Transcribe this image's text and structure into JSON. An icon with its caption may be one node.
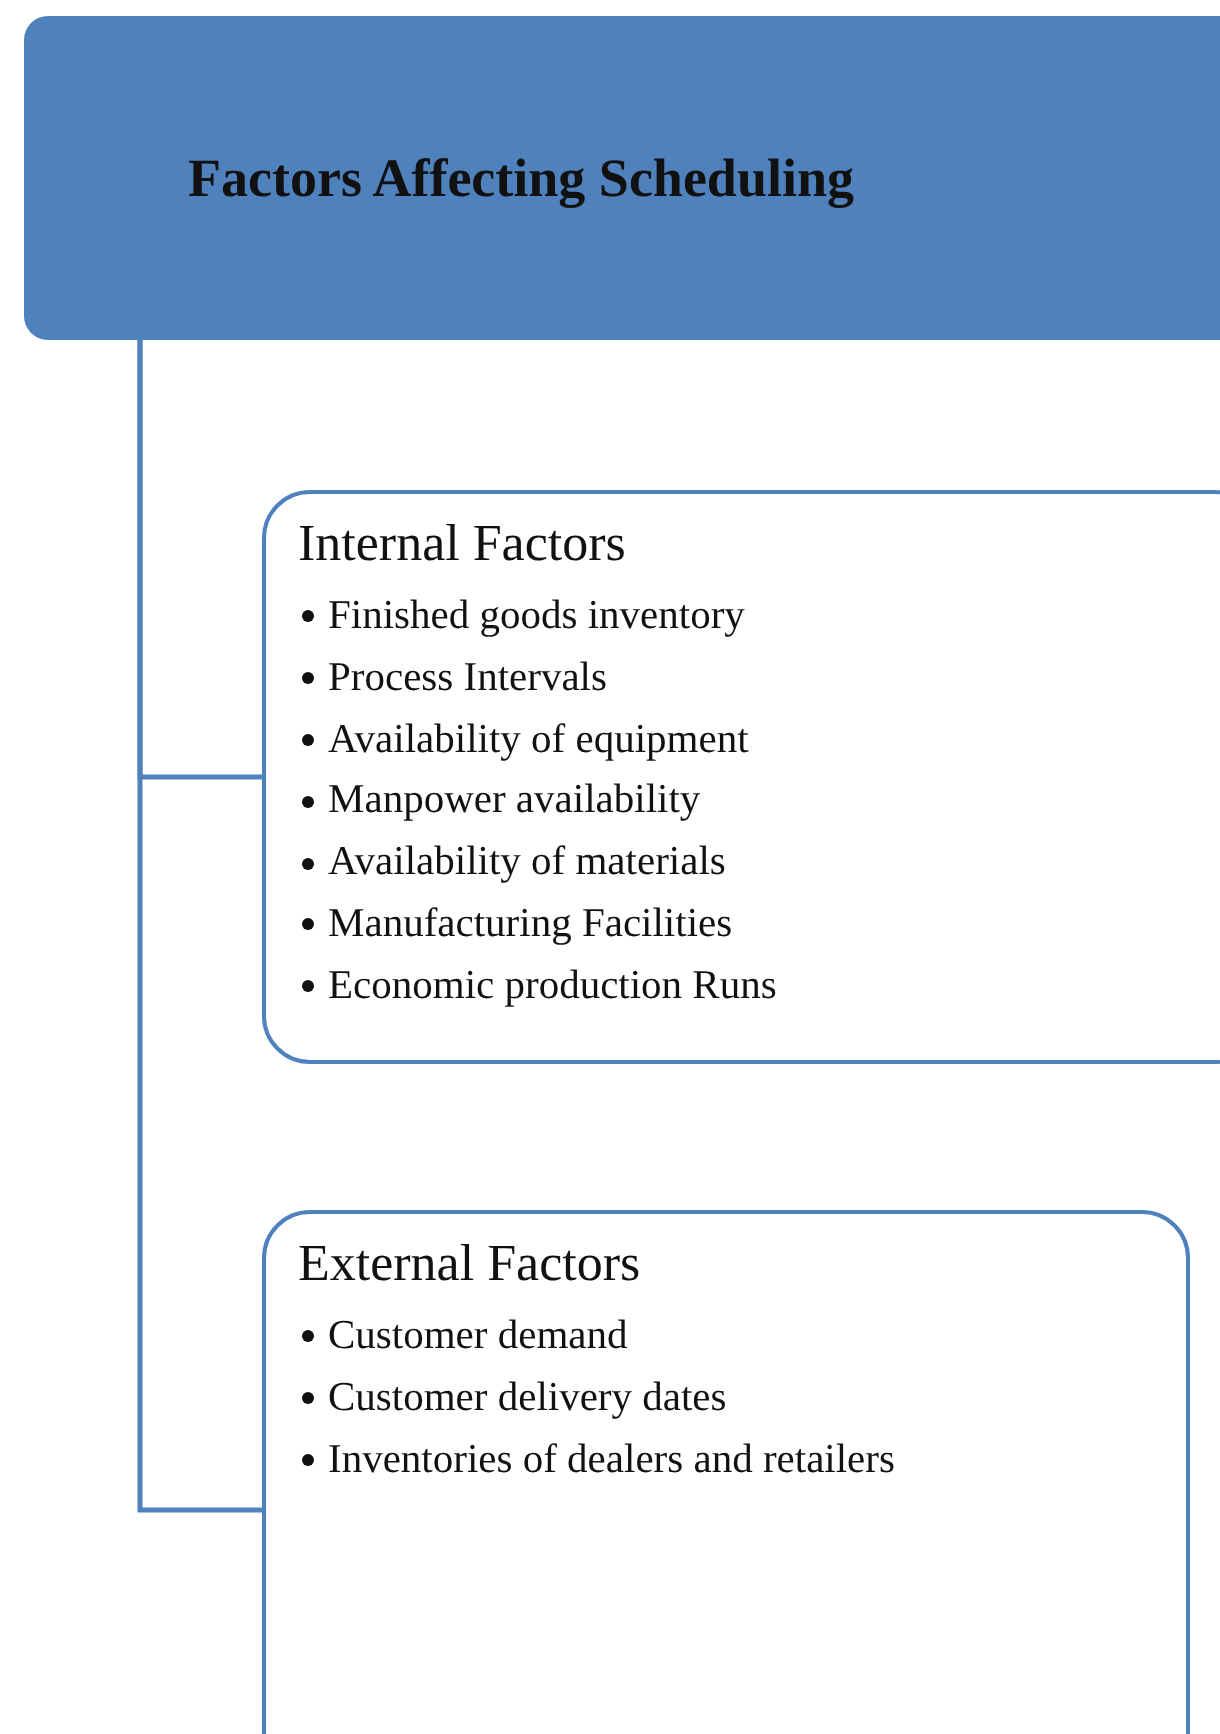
{
  "diagram": {
    "nodes": [
      {
        "text": [
          "Factors Affecting Scheduling"
        ]
      },
      {
        "text": [
          "Internal Factors",
          "Finished goods inventory",
          "Process Intervals",
          "Availability of equipment",
          "Manpower availability",
          "Availability of materials",
          "Manufacturing Facilities",
          "Economic production Runs"
        ]
      },
      {
        "text": [
          "External Factors",
          "Customer demand",
          "Customer delivery dates",
          "Inventories of dealers and retailers"
        ]
      }
    ],
    "edges": [
      {
        "from": 0,
        "to": 1,
        "arrow": "none"
      },
      {
        "from": 0,
        "to": 2,
        "arrow": "none"
      }
    ]
  }
}
